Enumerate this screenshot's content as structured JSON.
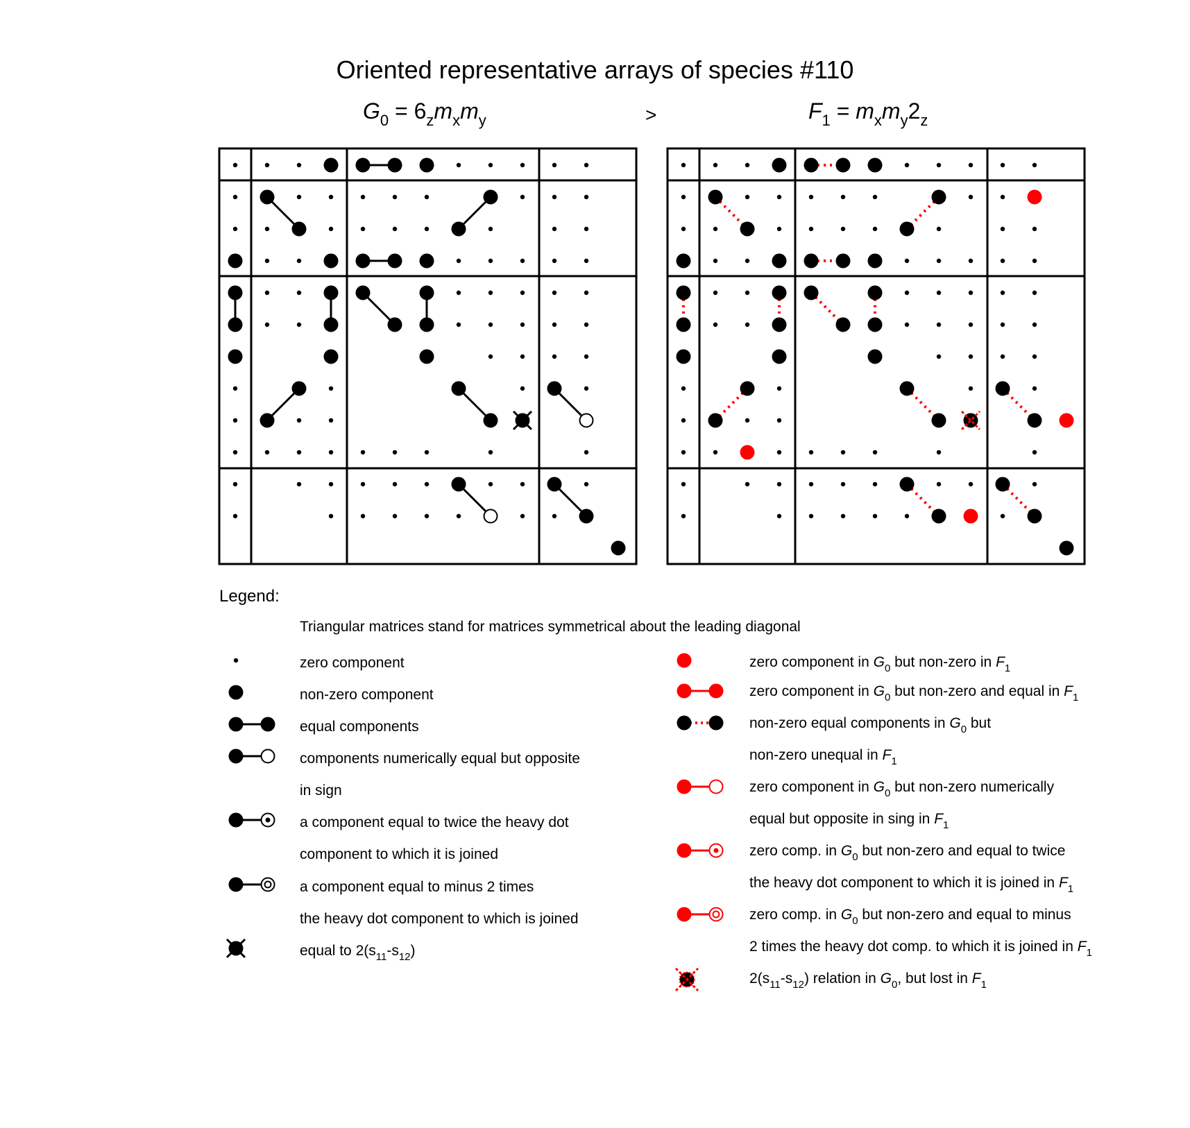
{
  "title": "Oriented representative arrays of species #110",
  "arrays": {
    "left": {
      "letter": "G",
      "index": "0",
      "eq": " = 6",
      "s1": "z",
      "m1": "m",
      "s2": "x",
      "m2": "m",
      "s3": "y"
    },
    "relation": ">",
    "right": {
      "letter": "F",
      "index": "1",
      "eq": " = ",
      "m1": "m",
      "s1": "x",
      "m2": "m",
      "s2": "y",
      "n": "2",
      "s3": "z"
    }
  },
  "legend": {
    "title": "Legend:",
    "intro": "Triangular matrices stand for matrices symmetrical about the leading diagonal",
    "left_items": [
      {
        "text": "zero component"
      },
      {
        "text": "non-zero component"
      },
      {
        "text": "equal components"
      },
      {
        "text": "components numerically equal but opposite"
      },
      {
        "text": "in sign"
      },
      {
        "text": "a component equal to twice the heavy dot"
      },
      {
        "text": "component to which it is joined"
      },
      {
        "text": "a component equal to minus 2 times"
      },
      {
        "text": "the heavy dot component to which is joined"
      },
      {
        "text": "equal to 2(s",
        "sub1": "11",
        "mid": "-s",
        "sub2": "12",
        "end": ")"
      }
    ],
    "right_items": [
      {
        "a": "zero component in ",
        "l1": "G",
        "i1": "0",
        "b": " but non-zero in ",
        "l2": "F",
        "i2": "1",
        "c": ""
      },
      {
        "a": "zero component in ",
        "l1": "G",
        "i1": "0",
        "b": " but non-zero and equal in ",
        "l2": "F",
        "i2": "1",
        "c": ""
      },
      {
        "a": "non-zero equal components in ",
        "l1": "G",
        "i1": "0",
        "b": " but",
        "l2": "",
        "i2": "",
        "c": ""
      },
      {
        "a": "non-zero unequal in ",
        "l1": "F",
        "i1": "1",
        "b": "",
        "l2": "",
        "i2": "",
        "c": ""
      },
      {
        "a": "zero component in ",
        "l1": "G",
        "i1": "0",
        "b": " but non-zero numerically",
        "l2": "",
        "i2": "",
        "c": ""
      },
      {
        "a": "equal but opposite in sing in ",
        "l1": "F",
        "i1": "1",
        "b": "",
        "l2": "",
        "i2": "",
        "c": ""
      },
      {
        "a": "zero comp. in ",
        "l1": "G",
        "i1": "0",
        "b": " but non-zero and equal to twice",
        "l2": "",
        "i2": "",
        "c": ""
      },
      {
        "a": "the heavy dot component to which it is joined in ",
        "l1": "F",
        "i1": "1",
        "b": "",
        "l2": "",
        "i2": "",
        "c": ""
      },
      {
        "a": "zero comp. in ",
        "l1": "G",
        "i1": "0",
        "b": " but non-zero and equal to minus",
        "l2": "",
        "i2": "",
        "c": ""
      },
      {
        "a": "2 times the heavy dot comp. to which it is joined in ",
        "l1": "F",
        "i1": "1",
        "b": "",
        "l2": "",
        "i2": "",
        "c": ""
      },
      {
        "a": "2(s",
        "l1": "",
        "i1": "11",
        "b": "-s",
        "l2": "",
        "i2": "12",
        "c": ") relation in ",
        "l3": "G",
        "i3": "0",
        "d": ", but lost in ",
        "l4": "F",
        "i4": "1"
      }
    ]
  },
  "colors": {
    "ink": "#000000",
    "accent": "#ff0000"
  }
}
